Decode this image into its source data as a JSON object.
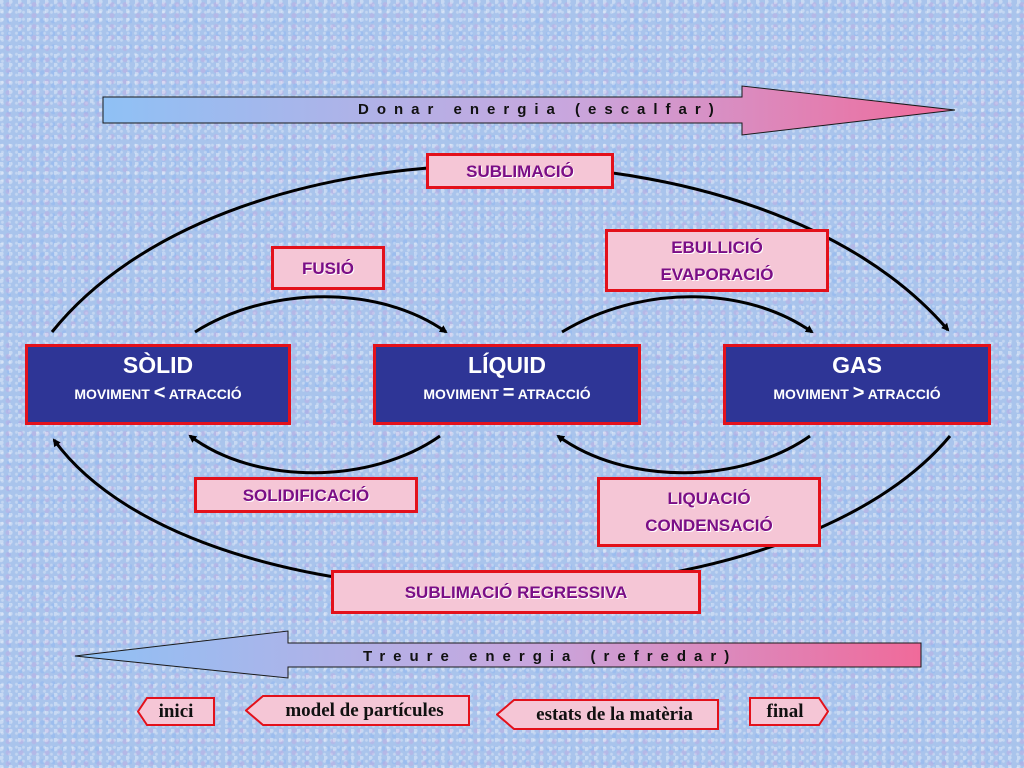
{
  "energy": {
    "heat_label": "Donar energia (escalfar)",
    "cool_label": "Treure energia (refredar)"
  },
  "states": {
    "solid": {
      "name": "SÒLID",
      "sub_left": "MOVIMENT",
      "operator": "<",
      "sub_right": "ATRACCIÓ"
    },
    "liquid": {
      "name": "LÍQUID",
      "sub_left": "MOVIMENT",
      "operator": "=",
      "sub_right": "ATRACCIÓ"
    },
    "gas": {
      "name": "GAS",
      "sub_left": "MOVIMENT",
      "operator": ">",
      "sub_right": "ATRACCIÓ"
    }
  },
  "processes": {
    "sublimation": "SUBLIMACIÓ",
    "fusion": "FUSIÓ",
    "boiling_line1": "EBULLICIÓ",
    "boiling_line2": "EVAPORACIÓ",
    "solidification": "SOLIDIFICACIÓ",
    "liquefaction_line1": "LIQUACIÓ",
    "liquefaction_line2": "CONDENSACIÓ",
    "deposition": "SUBLIMACIÓ REGRESSIVA"
  },
  "nav": {
    "start": "inici",
    "particle_model": "model de partícules",
    "states_of_matter": "estats de la matèria",
    "end": "final"
  },
  "colors": {
    "state_fill": "#2e3596",
    "box_border": "#e3111b",
    "process_fill": "#f5c6d6",
    "process_text": "#7a0e86",
    "arrow_blue": "#8fc1f5",
    "arrow_pink": "#f06a9a"
  }
}
